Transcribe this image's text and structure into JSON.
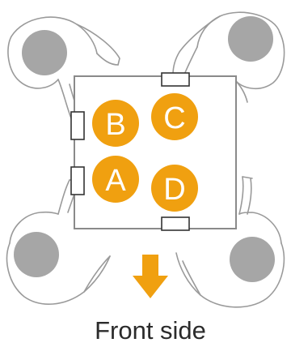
{
  "seats": [
    {
      "id": "A",
      "label": "A"
    },
    {
      "id": "B",
      "label": "B"
    },
    {
      "id": "C",
      "label": "C"
    },
    {
      "id": "D",
      "label": "D"
    }
  ],
  "direction_label": "Front side",
  "colors": {
    "accent": "#F0A010",
    "table_outline": "#8a8a8a",
    "figure_outline": "#9a9a9a",
    "head_fill": "#a6a6a6",
    "slot_fill": "#ffffff",
    "slot_outline": "#333333",
    "text": "#2b2b2b"
  },
  "icons": {
    "direction_arrow": "arrow-down-icon"
  }
}
